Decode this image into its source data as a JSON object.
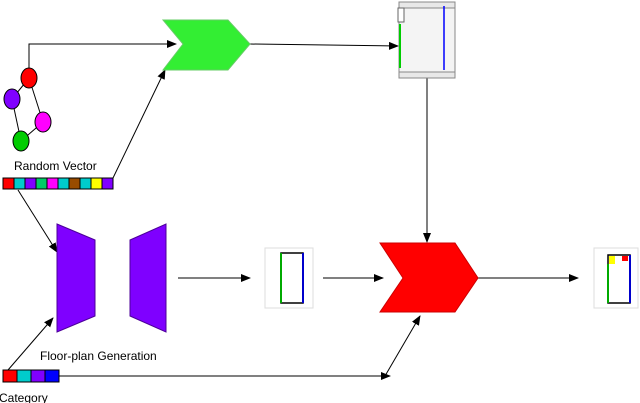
{
  "labels": {
    "random_vector": "Random Vector",
    "floorplan_generation": "Floor-plan Generation",
    "category": "Category"
  },
  "colors": {
    "graph_nodes": [
      "#ff0000",
      "#8000ff",
      "#ff00ff",
      "#00cc00"
    ],
    "random_vector_cells": [
      "#ff0000",
      "#00cccc",
      "#8000ff",
      "#00cc66",
      "#ff00ff",
      "#00cccc",
      "#994c00",
      "#00cccc",
      "#ffff00",
      "#8000ff"
    ],
    "category_cells": [
      "#ff0000",
      "#00cccc",
      "#8000ff",
      "#0000ff"
    ],
    "encoder_arrow": "#33ee33",
    "decoder_trapezoids": "#7f00ff",
    "refiner_arrow": "#ff0000",
    "wall_green": "#00aa00",
    "wall_blue": "#0000cc"
  }
}
